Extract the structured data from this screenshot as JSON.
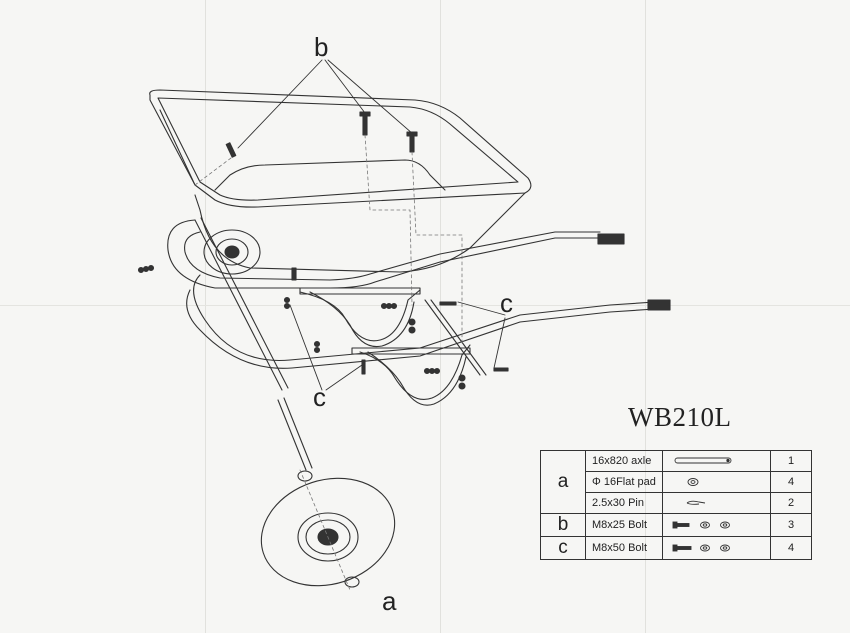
{
  "labels": {
    "top_b": "b",
    "right_c": "c",
    "left_c": "c",
    "bottom_a": "a"
  },
  "model": "WB210L",
  "parts": [
    {
      "group": "a",
      "rows": [
        {
          "desc": "16x820 axle",
          "qty": "1",
          "icon": "axle-icon"
        },
        {
          "desc": "Φ 16Flat pad",
          "qty": "4",
          "icon": "flat-pad-icon"
        },
        {
          "desc": "2.5x30 Pin",
          "qty": "2",
          "icon": "pin-icon"
        }
      ]
    },
    {
      "group": "b",
      "rows": [
        {
          "desc": "M8x25 Bolt",
          "qty": "3",
          "icon": "bolt-nut-washer-icon"
        }
      ]
    },
    {
      "group": "c",
      "rows": [
        {
          "desc": "M8x50 Bolt",
          "qty": "4",
          "icon": "bolt-nut-washer-icon"
        }
      ]
    }
  ],
  "colors": {
    "line": "#333333",
    "paper": "#f6f6f4",
    "dash": "#777777"
  }
}
